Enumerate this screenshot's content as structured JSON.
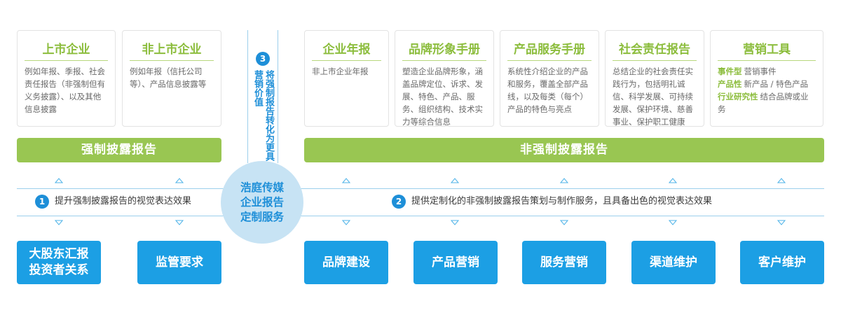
{
  "cards": [
    {
      "title": "上市企业",
      "desc": "例如年报、季报、社会责任报告（非强制但有义务披露）、以及其他信息披露"
    },
    {
      "title": "非上市企业",
      "desc": "例如年报（信托公司等）、产品信息披露等"
    },
    {
      "title": "企业年报",
      "desc": "非上市企业年报"
    },
    {
      "title": "品牌形象手册",
      "desc": "塑造企业品牌形象，涵盖品牌定位、诉求、发展、特色、产品、服务、组织结构、技术实力等综合信息"
    },
    {
      "title": "产品服务手册",
      "desc": "系统性介绍企业的产品和服务，覆盖全部产品线，以及每类（每个）产品的特色与亮点"
    },
    {
      "title": "社会责任报告",
      "desc": "总结企业的社会责任实践行为，包括明礼诚信、科学发展、可持续发展、保护环境、慈善事业、保护职工健康"
    },
    {
      "title": "营销工具",
      "items": [
        {
          "key": "事件型",
          "value": "营销事件"
        },
        {
          "key": "产品性",
          "value": "新产品 / 特色产品"
        },
        {
          "key": "行业研究性",
          "value": "结合品牌或业务"
        }
      ]
    }
  ],
  "vertical": {
    "number": "3",
    "text": "将强制报告转化为更具营销价值"
  },
  "banners": {
    "left": "强制披露报告",
    "right": "非强制披露报告"
  },
  "center": {
    "line1": "浩庭传媒",
    "line2": "企业报告",
    "line3": "定制服务"
  },
  "features": [
    {
      "number": "1",
      "text": "提升强制披露报告的视觉表达效果"
    },
    {
      "number": "2",
      "text": "提供定制化的非强制披露报告策划与制作服务，且具备出色的视觉表达效果"
    }
  ],
  "buttons": [
    {
      "line1": "大股东汇报",
      "line2": "投资者关系"
    },
    {
      "line1": "监管要求"
    },
    {
      "line1": "品牌建设"
    },
    {
      "line1": "产品营销"
    },
    {
      "line1": "服务营销"
    },
    {
      "line1": "渠道维护"
    },
    {
      "line1": "客户维护"
    }
  ],
  "colors": {
    "green": "#99c652",
    "blue": "#1c9fe4",
    "light_blue": "#c7e3f4",
    "line": "#9ccfec"
  }
}
